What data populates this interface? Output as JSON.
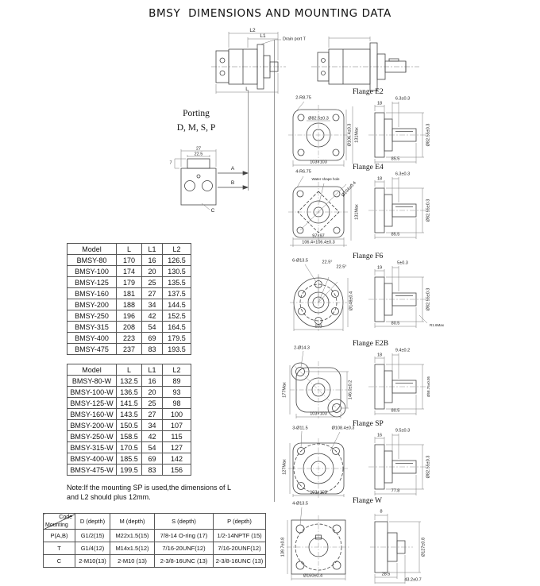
{
  "page": {
    "title": "BMSY  DIMENSIONS AND MOUNTING DATA"
  },
  "top_drawing": {
    "dim_l2": "L2",
    "dim_l1": "L1",
    "dim_l": "L",
    "drain_label": "Drain port T"
  },
  "porting": {
    "title": "Porting",
    "subtitle": "D, M, S, P",
    "dim_27": "27",
    "dim_22_5": "22.5",
    "dim_7": "7",
    "label_a": "A",
    "label_b": "B",
    "label_c": "C"
  },
  "table1": {
    "headers": [
      "Model",
      "L",
      "L1",
      "L2"
    ],
    "rows": [
      [
        "BMSY-80",
        "170",
        "16",
        "126.5"
      ],
      [
        "BMSY-100",
        "174",
        "20",
        "130.5"
      ],
      [
        "BMSY-125",
        "179",
        "25",
        "135.5"
      ],
      [
        "BMSY-160",
        "181",
        "27",
        "137.5"
      ],
      [
        "BMSY-200",
        "188",
        "34",
        "144.5"
      ],
      [
        "BMSY-250",
        "196",
        "42",
        "152.5"
      ],
      [
        "BMSY-315",
        "208",
        "54",
        "164.5"
      ],
      [
        "BMSY-400",
        "223",
        "69",
        "179.5"
      ],
      [
        "BMSY-475",
        "237",
        "83",
        "193.5"
      ]
    ]
  },
  "table2": {
    "headers": [
      "Model",
      "L",
      "L1",
      "L2"
    ],
    "rows": [
      [
        "BMSY-80-W",
        "132.5",
        "16",
        "89"
      ],
      [
        "BMSY-100-W",
        "136.5",
        "20",
        "93"
      ],
      [
        "BMSY-125-W",
        "141.5",
        "25",
        "98"
      ],
      [
        "BMSY-160-W",
        "143.5",
        "27",
        "100"
      ],
      [
        "BMSY-200-W",
        "150.5",
        "34",
        "107"
      ],
      [
        "BMSY-250-W",
        "158.5",
        "42",
        "115"
      ],
      [
        "BMSY-315-W",
        "170.5",
        "54",
        "127"
      ],
      [
        "BMSY-400-W",
        "185.5",
        "69",
        "142"
      ],
      [
        "BMSY-475-W",
        "199.5",
        "83",
        "156"
      ]
    ]
  },
  "note": {
    "line1": "Note:If the mounting SP is used,the dimensions of L",
    "line2": "and L2 should plus 12mm."
  },
  "mount_table": {
    "corner": {
      "top": "Code",
      "bottom": "Mounting"
    },
    "headers": [
      "D (depth)",
      "M (depth)",
      "S (depth)",
      "P (depth)"
    ],
    "rows": [
      [
        "P(A,B)",
        "G1/2(15)",
        "M22x1.5(15)",
        "7/8-14 O-ring (17)",
        "1/2-14NPTF (15)"
      ],
      [
        "T",
        "G1/4(12)",
        "M14x1.5(12)",
        "7/16-20UNF(12)",
        "7/16-20UNF(12)"
      ],
      [
        "C",
        "2-M10(13)",
        "2-M10 (13)",
        "2-3/8-16UNC (13)",
        "2-3/8-16UNC (13)"
      ]
    ]
  },
  "flanges": [
    {
      "label": "Flange E2",
      "ann": {
        "holes": "2-R8.75",
        "bore": "Ø82.5±0.3",
        "pilot": "Ø106.4±0.3",
        "maxh": "131Max",
        "square": "103×103",
        "k1": "18",
        "k2": "6.3±0.3",
        "shaft": "Ø82.55±0.3",
        "len": "85.5"
      }
    },
    {
      "label": "Flange E4",
      "ann": {
        "holes": "4-R6.75",
        "note": "Water shape hole",
        "pilot": "Ø104±0.4",
        "maxh": "131Max",
        "square": "97×97",
        "square2": "106.4×106.4±0.3",
        "k1": "18",
        "k2": "6.3±0.3",
        "shaft": "Ø82.55±0.3",
        "len": "85.5"
      }
    },
    {
      "label": "Flange F6",
      "ann": {
        "holes": "6-Ø13.5",
        "a1": "22.5°",
        "a2": "22.5°",
        "pilot": "Ø148±0.4",
        "square": "103",
        "k1": "19",
        "k2": "5±0.3",
        "shaft": "Ø82.55±0.3",
        "len": "80.5",
        "r": "R1.6Max"
      }
    },
    {
      "label": "Flange E2B",
      "ann": {
        "holes": "2-Ø14.3",
        "pitch": "146.0±0.2",
        "maxh": "177Max",
        "square": "103×103",
        "k1": "18",
        "k2": "9.4±0.2",
        "shaft": "Ø58.75±0.05",
        "len": "80.5"
      }
    },
    {
      "label": "Flange SP",
      "ann": {
        "holes": "3-Ø11.5",
        "pilot": "Ø108.4±0.3",
        "maxh": "127Max",
        "square": "103×103",
        "k1": "16",
        "k2": "9.5±0.3",
        "shaft": "Ø82.55±0.3",
        "len": "77.8"
      }
    },
    {
      "label": "Flange W",
      "ann": {
        "holes": "4-Ø13.5",
        "maxh": "139.7±0.8",
        "pilot": "Ø160±0.4",
        "k1": "8",
        "shaft": "Ø127±0.8",
        "len1": "28.5",
        "len2": "43.2±0.7"
      }
    }
  ]
}
